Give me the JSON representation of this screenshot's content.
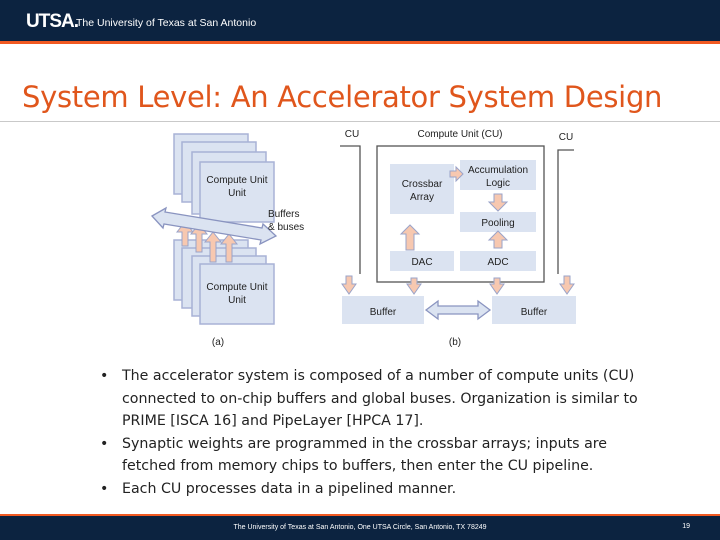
{
  "header": {
    "logo_text": "UTSA.",
    "tagline": "The University of Texas at San Antonio"
  },
  "slide": {
    "title": "System Level: An Accelerator System Design",
    "bullets": [
      "The accelerator system is composed of a number of compute units (CU) connected to on-chip buffers and global buses. Organization is similar to PRIME [ISCA 16] and PipeLayer [HPCA 17].",
      "Synaptic weights are programmed in the crossbar arrays; inputs are fetched from memory chips to buffers, then enter the CU pipeline.",
      "Each CU processes data in a pipelined manner."
    ]
  },
  "diagram": {
    "a": {
      "cu_top": "Compute Unit",
      "cu_bottom": "Compute Unit",
      "buffers": "Buffers",
      "buses": "& buses",
      "caption": "(a)"
    },
    "b": {
      "left_cu": "CU",
      "title": "Compute Unit (CU)",
      "right_cu": "CU",
      "crossbar_1": "Crossbar",
      "crossbar_2": "Array",
      "accum_1": "Accumulation",
      "accum_2": "Logic",
      "pooling": "Pooling",
      "dac": "DAC",
      "adc": "ADC",
      "buffer_left": "Buffer",
      "buffer_right": "Buffer",
      "caption": "(b)"
    },
    "colors": {
      "box_fill": "#dbe3f1",
      "box_stroke": "#a8b2d6",
      "arrow_fill": "#f7c8b0",
      "arrow_stroke": "#9aa3c9"
    }
  },
  "footer": {
    "text": "The University of Texas at San Antonio, One UTSA Circle, San Antonio, TX 78249",
    "page": "19"
  }
}
